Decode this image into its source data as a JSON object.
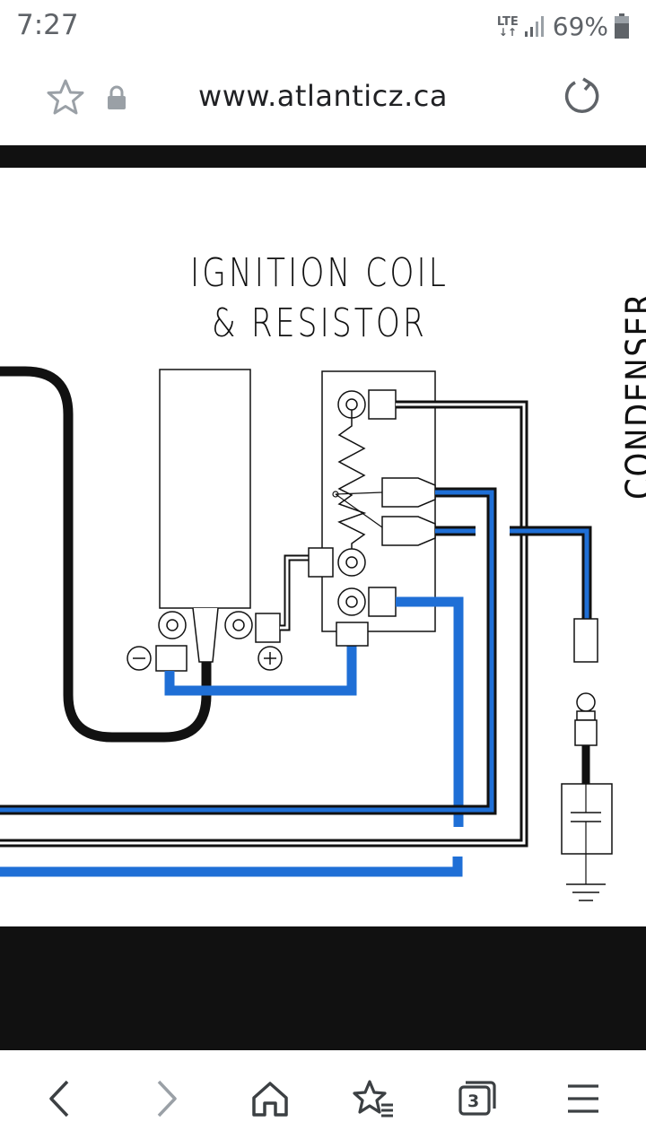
{
  "status_bar": {
    "time": "7:27",
    "network": "LTE",
    "battery": "69%"
  },
  "browser": {
    "url": "www.atlanticz.ca",
    "tab_count": "3"
  },
  "diagram": {
    "title_line1": "IGNITION COIL",
    "title_line2": "& RESISTOR",
    "condenser_label": "CONDENSER",
    "negative_symbol": "−",
    "positive_symbol": "+"
  },
  "colors": {
    "wire_blue": "#1f6fd6",
    "wire_black": "#111111",
    "text_gray": "#5f6368"
  },
  "icons": {
    "star": "star-icon",
    "lock": "lock-icon",
    "reload": "reload-icon",
    "back": "chevron-left-icon",
    "forward": "chevron-right-icon",
    "home": "home-icon",
    "bookmarks": "bookmarks-icon",
    "tabs": "tabs-icon",
    "menu": "menu-icon"
  }
}
